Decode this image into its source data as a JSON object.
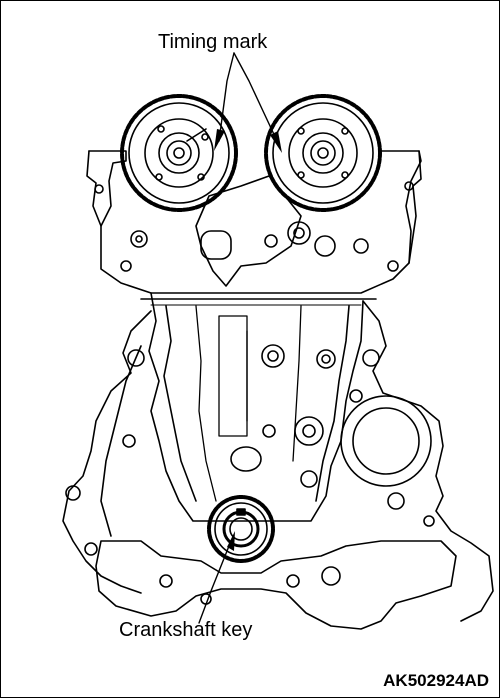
{
  "labels": {
    "timing_mark": "Timing mark",
    "crankshaft_key": "Crankshaft key",
    "figure_code": "AK502924AD"
  },
  "colors": {
    "line": "#000000",
    "background": "#ffffff"
  }
}
